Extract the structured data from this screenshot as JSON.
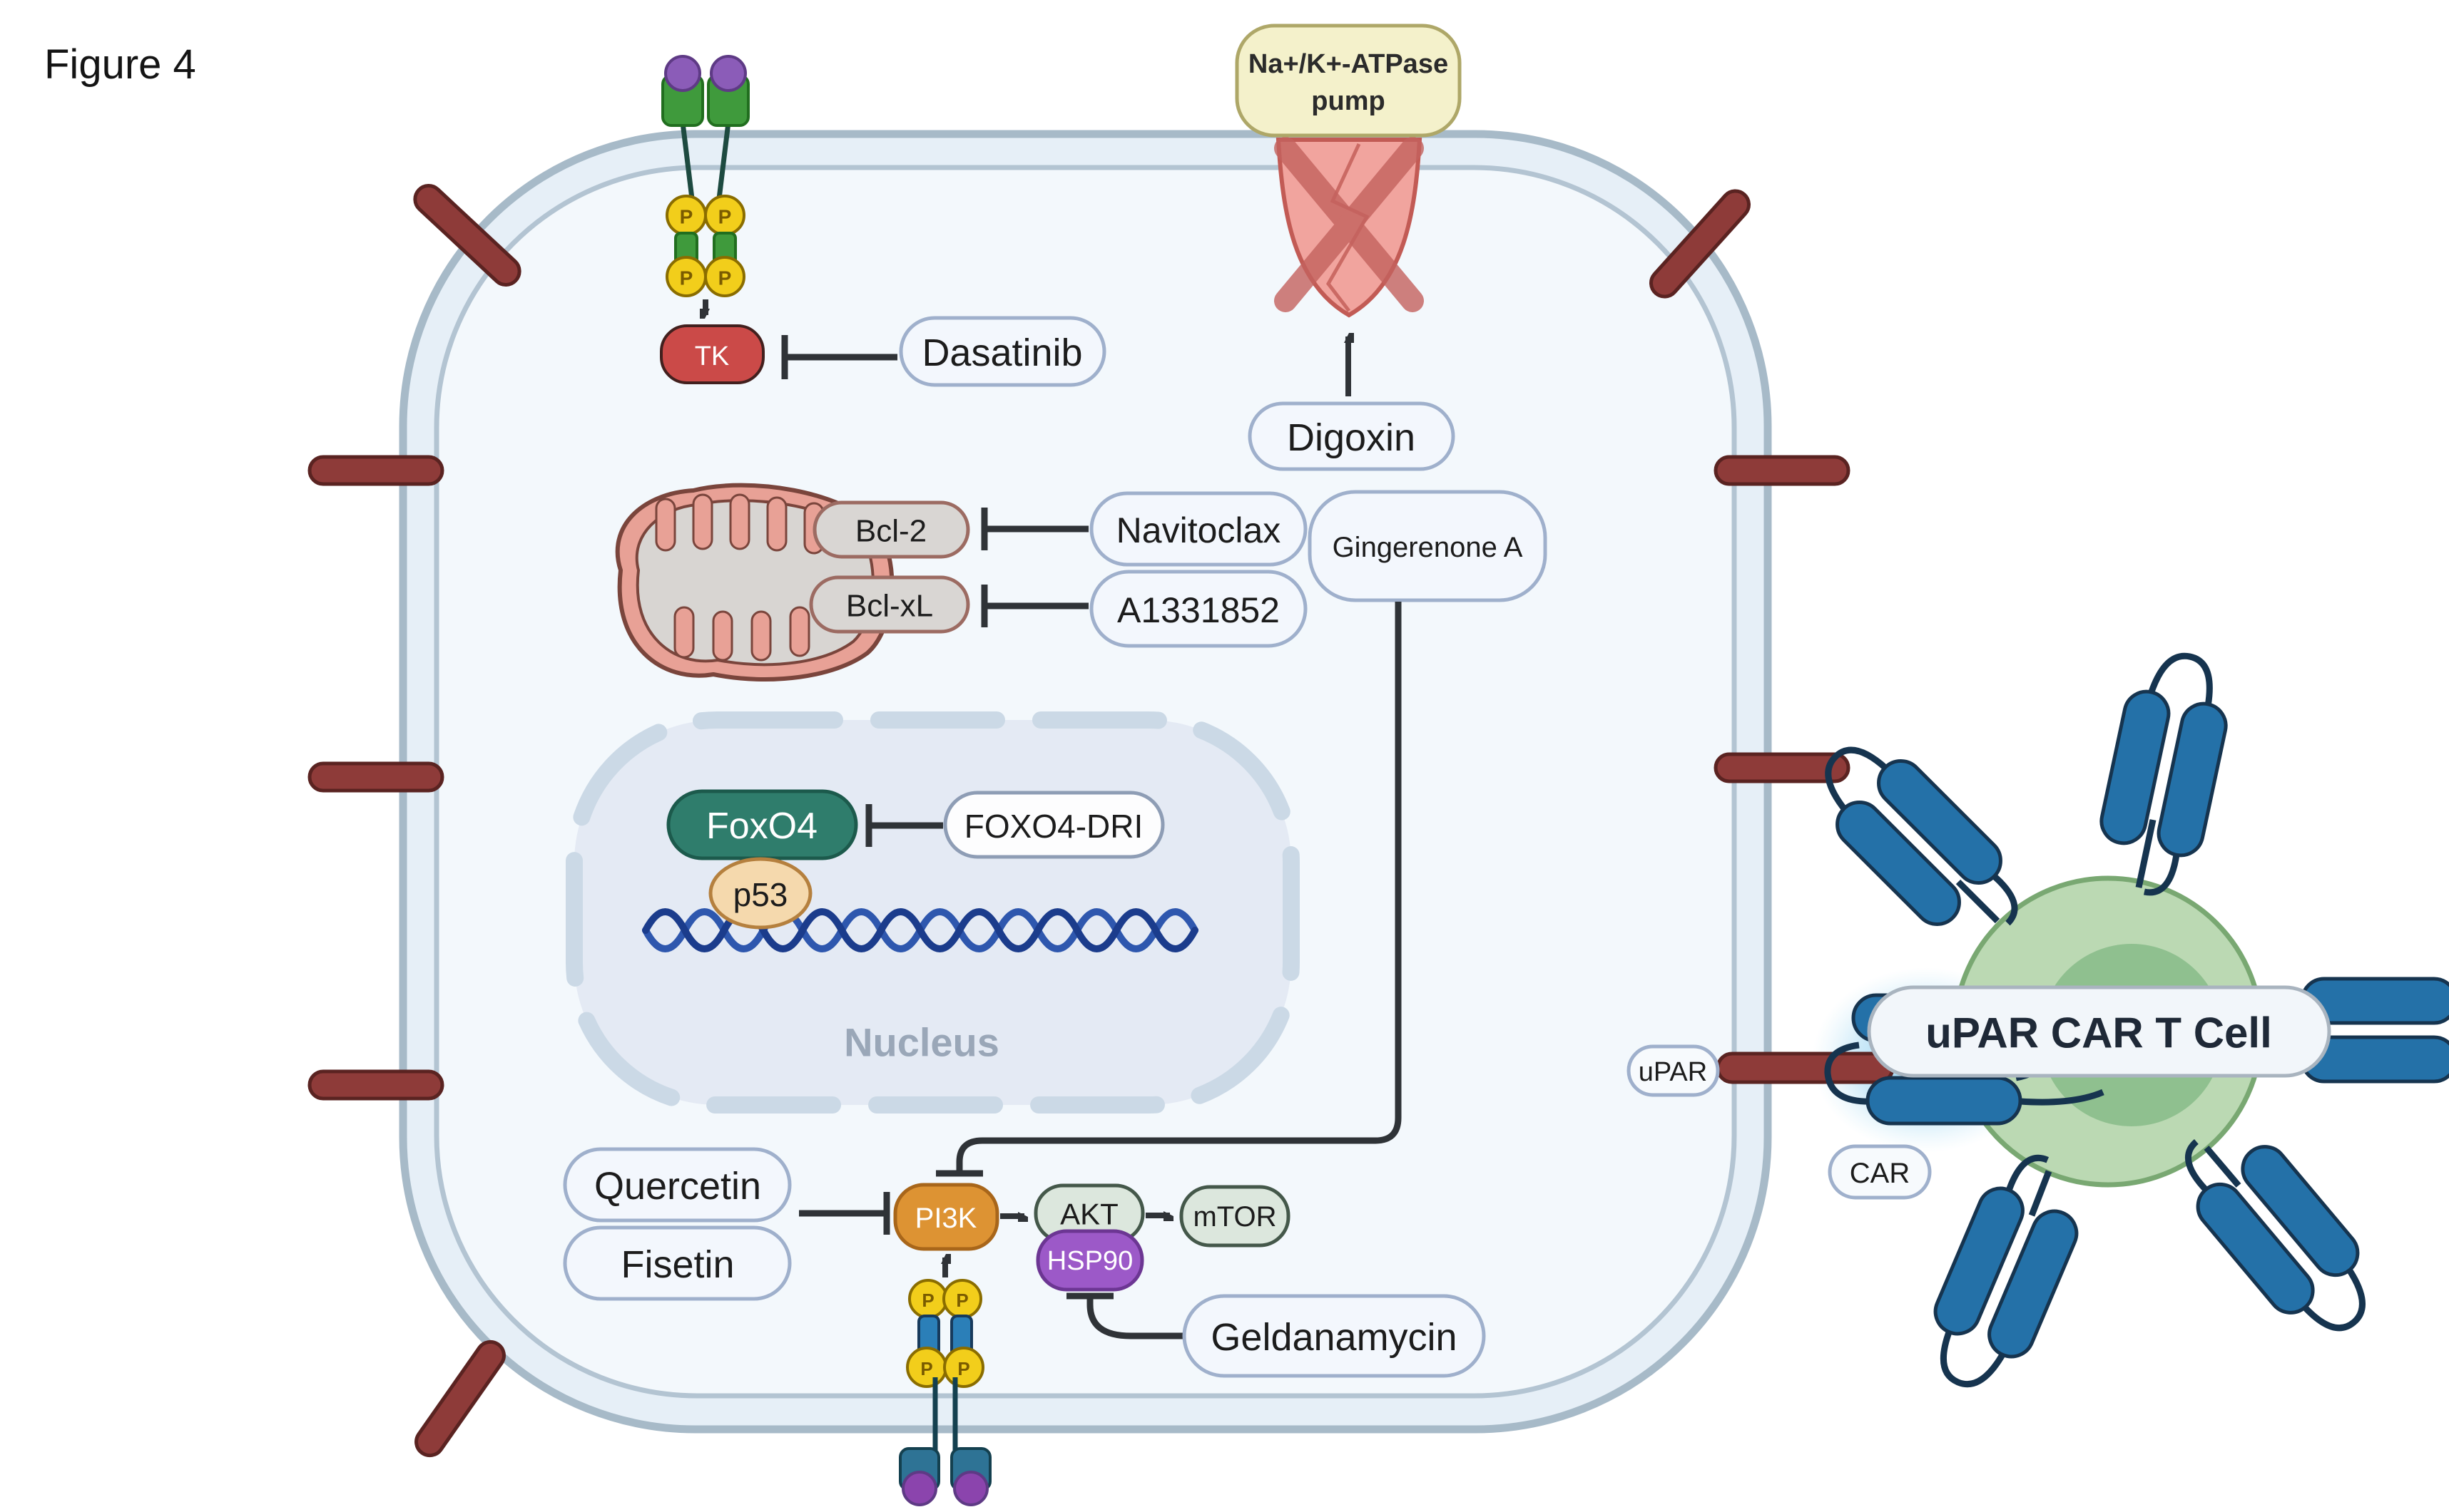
{
  "figure": {
    "label": "Figure 4"
  },
  "pump": {
    "line1": "Na+/K+-ATPase",
    "line2": "pump"
  },
  "drugs": {
    "dasatinib": "Dasatinib",
    "digoxin": "Digoxin",
    "navitoclax": "Navitoclax",
    "gingerenone_a": "Gingerenone A",
    "a1331852": "A1331852",
    "foxo4_dri": "FOXO4-DRI",
    "quercetin": "Quercetin",
    "fisetin": "Fisetin",
    "geldanamycin": "Geldanamycin"
  },
  "proteins": {
    "tk": "TK",
    "bcl2": "Bcl-2",
    "bclxl": "Bcl-xL",
    "foxo4": "FoxO4",
    "p53": "p53",
    "pi3k": "PI3K",
    "akt": "AKT",
    "mtor": "mTOR",
    "hsp90": "HSP90"
  },
  "nucleus": {
    "label": "Nucleus"
  },
  "phospho": {
    "label": "P"
  },
  "car_t": {
    "cell_label": "uPAR CAR T Cell",
    "upar_label": "uPAR",
    "car_label": "CAR"
  },
  "colors": {
    "membrane_stroke": "#A7BAC8",
    "membrane_band": "#E6EFF7",
    "cell_interior": "#F3F8FC",
    "rod_red": "#8E3B39",
    "pill_fill": "#F3F7FD",
    "pill_stroke": "#9FB0CC",
    "pump_fill": "#F1A49E",
    "pump_x": "#C4625E",
    "pump_label_fill": "#F4F1CB",
    "tk_red": "#CB4A48",
    "mito_salmon": "#E8A196",
    "mito_gray": "#D8D5D2",
    "gray_pill": "#D9D6D3",
    "nucleus_fill": "#E4EAF4",
    "foxo4_teal": "#2F7D6C",
    "p53_tan": "#F5D9AD",
    "dna_blue": "#1B3C8C",
    "pi3k_orange": "#DD9333",
    "akt_green": "#DCE7DD",
    "hsp90_purple": "#9C59C8",
    "receptor_green": "#3F9A3C",
    "ligand_purple": "#8B5CB8",
    "phospho_yellow": "#F2CE1B",
    "bottom_receptor_blue": "#2B7FB8",
    "tcell_green": "#BBD9B3",
    "tcell_nucleus": "#8FC08F",
    "car_blue": "#2471A8",
    "line_dark": "#2F3337"
  }
}
